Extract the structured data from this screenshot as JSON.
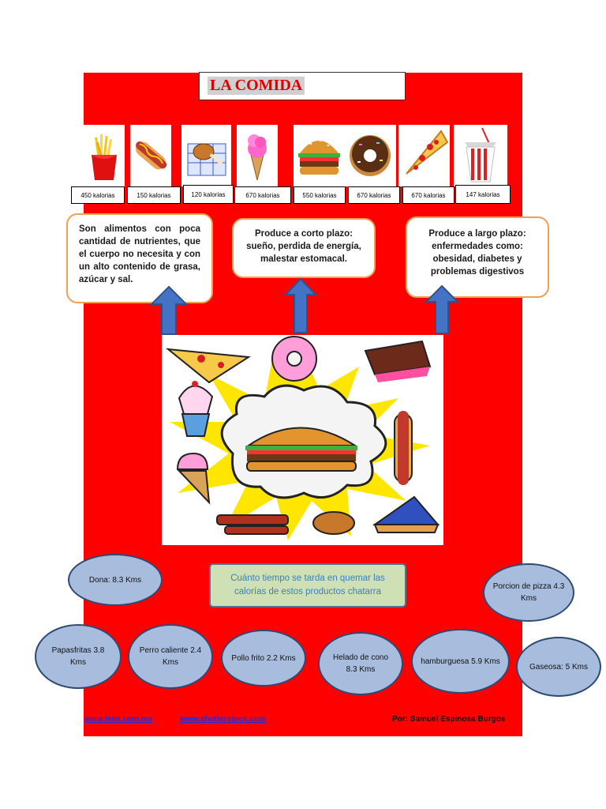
{
  "title": "LA COMIDA",
  "foods": [
    {
      "icon": "fries-icon",
      "calories": "450 kalorias"
    },
    {
      "icon": "hotdog-icon",
      "calories": "150 kalorias"
    },
    {
      "icon": "chicken-leg-icon",
      "calories": "120 kalorias"
    },
    {
      "icon": "ice-cream-cone-icon",
      "calories": "670 kalorias"
    },
    {
      "icon": "hamburger-icon",
      "calories": "550 kalorias"
    },
    {
      "icon": "donut-icon",
      "calories": "670 kalorias"
    },
    {
      "icon": "pizza-slice-icon",
      "calories": "670 kalorias"
    },
    {
      "icon": "soda-cup-icon",
      "calories": "147 kalorias"
    }
  ],
  "info": {
    "definition": "Son alimentos con poca cantidad de nutrientes, que el cuerpo no necesita y con un alto contenido de grasa, azúcar y sal.",
    "short_term": "Produce a corto plazo: sueño, perdida de energía, malestar estomacal.",
    "long_term": "Produce a largo plazo: enfermedades como: obesidad, diabetes y problemas digestivos"
  },
  "question": "Cuánto tiempo se tarda en quemar las calorías de estos productos chatarra",
  "burn": {
    "dona": "Dona: 8.3 Kms",
    "pizza": "Porcion de pizza 4.3 Kms",
    "papasfritas": "Papasfritas 3.8 Kms",
    "perro": "Perro caliente 2.4 Kms",
    "pollo": "Pollo frito 2.2 Kms",
    "helado": "Helado de cono 8.3 Kms",
    "hamburguesa": "hamburguesa 5.9 Kms",
    "gaseosa": "Gaseosa: 5 Kms"
  },
  "footer": {
    "link1": "www.lemi.com.mx",
    "link2": "www.shutterstock.com",
    "author": "Por: Samuel Espinosa Burgos"
  },
  "colors": {
    "poster": "#ff0000",
    "info_border": "#f0a050",
    "oval_fill": "#a8bcdd",
    "question_fill": "#cfe0b4",
    "arrow": "#4472c4"
  }
}
